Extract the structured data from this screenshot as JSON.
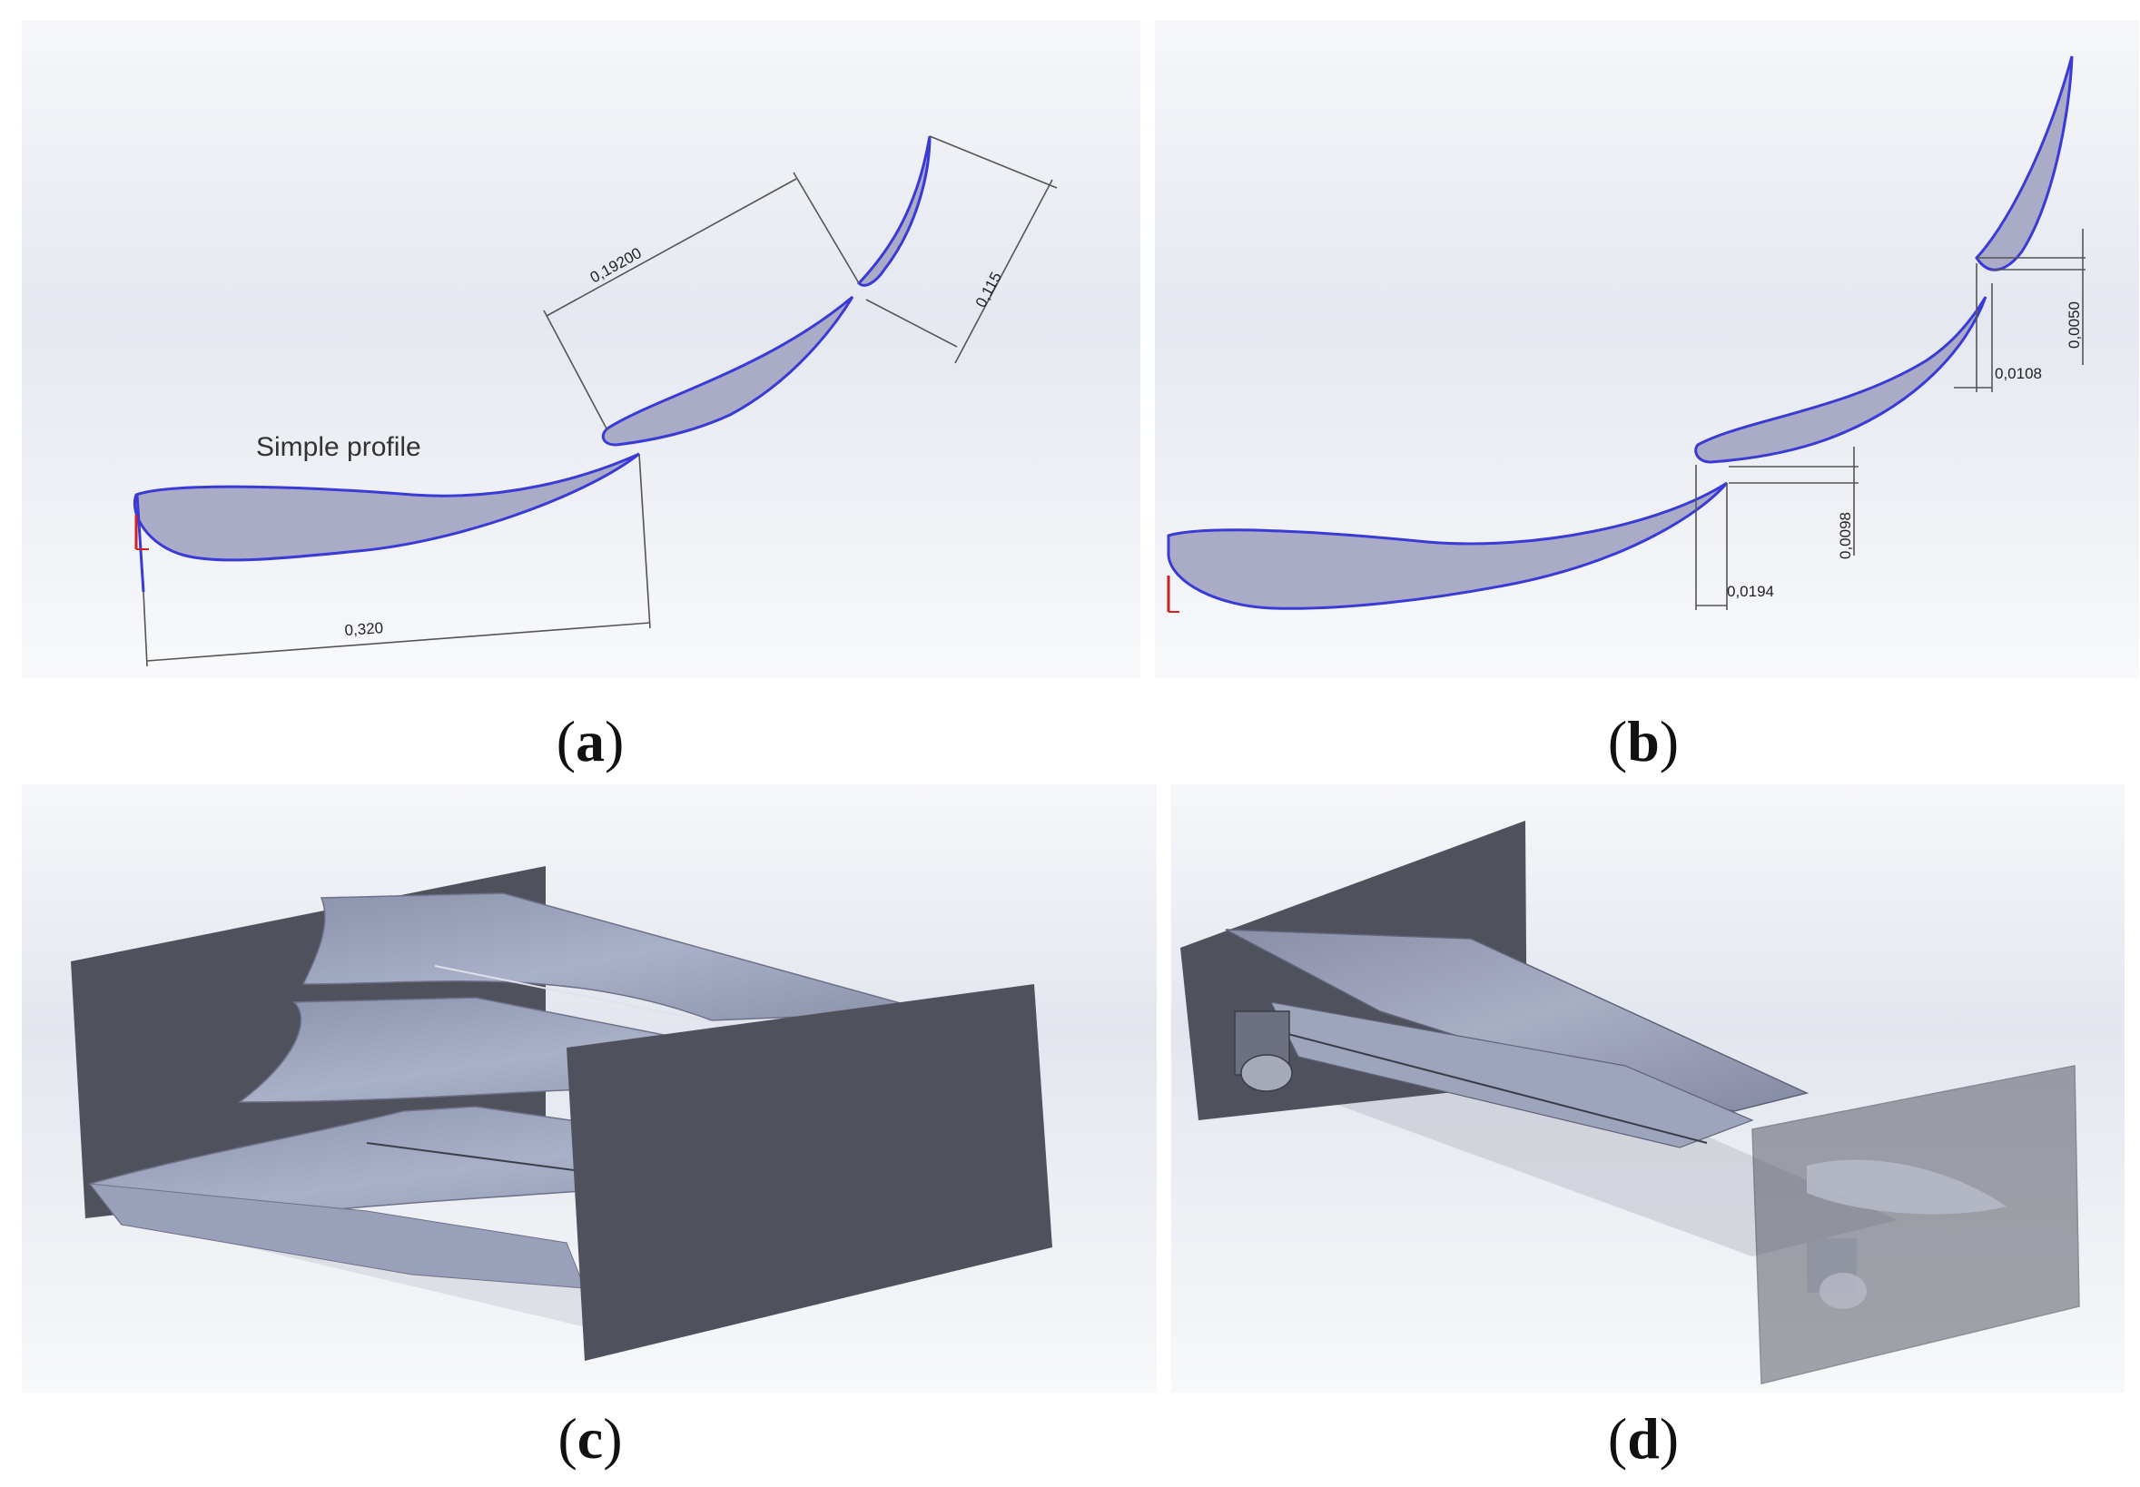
{
  "panels": {
    "a": {
      "caption_letter": "a",
      "annotation": "Simple profile",
      "dimensions": {
        "chord_main": "0,320",
        "gap_first": "0,19200",
        "gap_second": "0,115"
      }
    },
    "b": {
      "caption_letter": "b",
      "dimensions": {
        "overlap_1": "0,0194",
        "gap_1": "0,0098",
        "overlap_2": "0,0108",
        "gap_2": "0,0050"
      }
    },
    "c": {
      "caption_letter": "c"
    },
    "d": {
      "caption_letter": "d"
    }
  },
  "colors": {
    "profile_outline": "#3a3ad6",
    "profile_fill": "#a9abc7",
    "endplate": "#4f525d",
    "wing_surface": "#9ea3bd",
    "viewport_bg": "#eef0f5"
  }
}
